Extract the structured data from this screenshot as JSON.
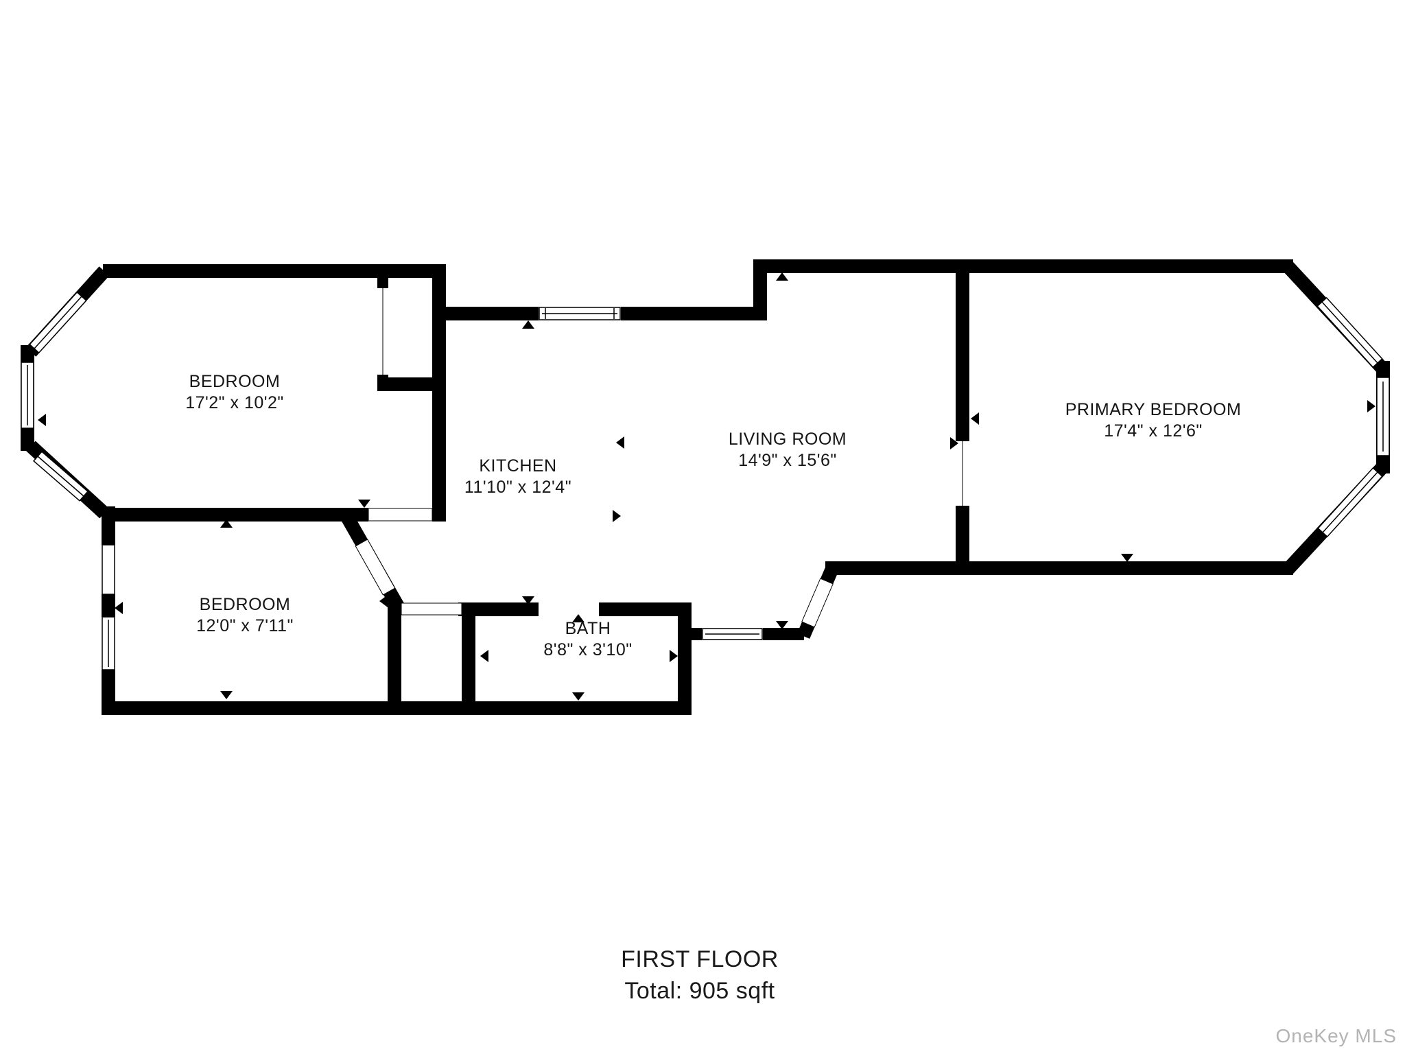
{
  "rooms": [
    {
      "name": "BEDROOM",
      "dimensions": "17'2\" x 10'2\""
    },
    {
      "name": "BEDROOM",
      "dimensions": "12'0\" x 7'11\""
    },
    {
      "name": "KITCHEN",
      "dimensions": "11'10\" x 12'4\""
    },
    {
      "name": "LIVING ROOM",
      "dimensions": "14'9\" x 15'6\""
    },
    {
      "name": "BATH",
      "dimensions": "8'8\" x 3'10\""
    },
    {
      "name": "PRIMARY BEDROOM",
      "dimensions": "17'4\" x 12'6\""
    }
  ],
  "footer": {
    "title": "FIRST FLOOR",
    "total": "Total: 905 sqft"
  },
  "watermark": {
    "text": "OneKey MLS"
  },
  "colors": {
    "wall": "#000000",
    "background": "#ffffff",
    "label_text": "#161616",
    "watermark_text": "#b3b3b3"
  }
}
